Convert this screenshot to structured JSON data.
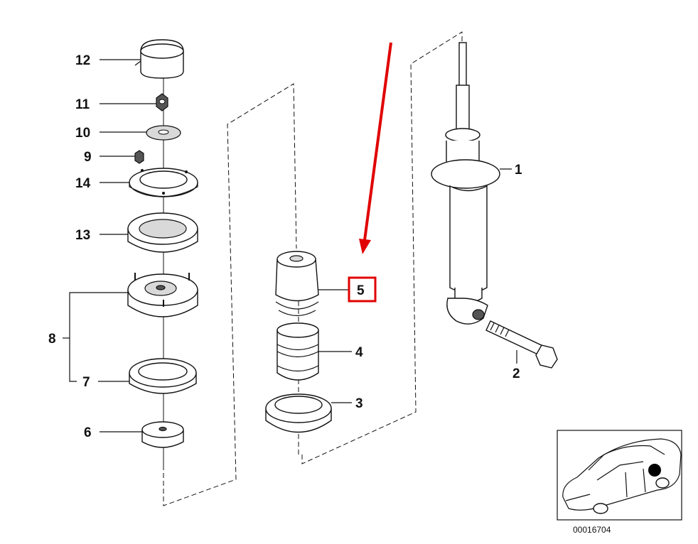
{
  "callouts": {
    "n12": "12",
    "n11": "11",
    "n10": "10",
    "n9": "9",
    "n14": "14",
    "n13": "13",
    "n8": "8",
    "n7": "7",
    "n6": "6",
    "n5": "5",
    "n4": "4",
    "n3": "3",
    "n1": "1",
    "n2": "2"
  },
  "highlight": {
    "label": "5",
    "color": "#e00000"
  },
  "arrow_color": "#e00000",
  "reference_number": "00016704",
  "icons": {
    "car": "car-location-icon",
    "marker": "location-dot-icon"
  }
}
